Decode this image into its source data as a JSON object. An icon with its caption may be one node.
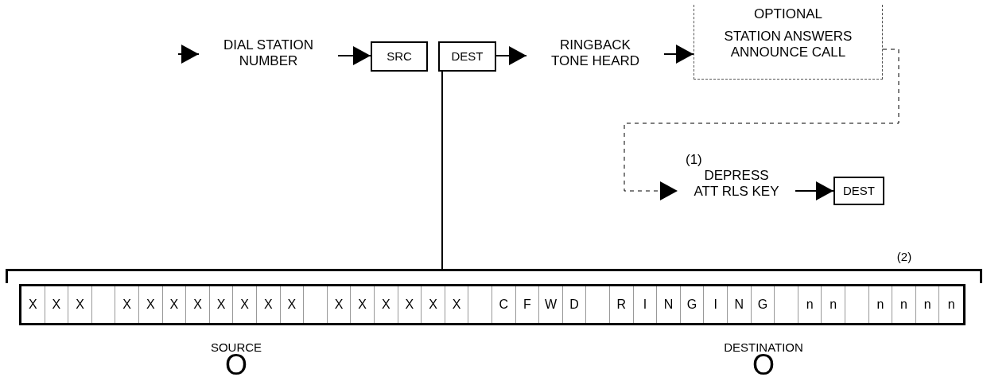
{
  "diagram": {
    "nodes": [
      {
        "text": [
          "DIAL STATION NUMBER"
        ]
      },
      {
        "text": [
          "SRC"
        ]
      },
      {
        "text": [
          "DEST"
        ]
      },
      {
        "text": [
          "RINGBACK TONE HEARD"
        ]
      },
      {
        "text": [
          "OPTIONAL",
          "STATION ANSWERS ANNOUNCE CALL"
        ]
      },
      {
        "text": [
          "(1)",
          "DEPRESS ATT RLS KEY"
        ]
      },
      {
        "text": [
          "DEST"
        ]
      },
      {
        "text": [],
        "shape": "bar",
        "beside": [
          "(2)"
        ]
      }
    ],
    "edges": [
      {
        "from": null,
        "to": 0,
        "arrow": "to"
      },
      {
        "from": 0,
        "to": 1,
        "arrow": "to"
      },
      {
        "from": 2,
        "to": 3,
        "arrow": "to"
      },
      {
        "from": 3,
        "to": 4,
        "arrow": "to"
      },
      {
        "from": 4,
        "to": 5,
        "arrow": "to",
        "style": "dashed"
      },
      {
        "from": 5,
        "to": 6,
        "arrow": "to"
      },
      {
        "from": 2,
        "to": 7,
        "arrow": "none"
      }
    ],
    "labels": [
      "X",
      "X",
      "X",
      "X",
      "X",
      "X",
      "X",
      "X",
      "X",
      "X",
      "X",
      "X",
      "X",
      "X",
      "X",
      "X",
      "X",
      "C",
      "F",
      "W",
      "D",
      "R",
      "I",
      "N",
      "G",
      "I",
      "N",
      "G",
      "n",
      "n",
      "n",
      "n",
      "n",
      "n",
      "SOURCE",
      "O",
      "DESTINATION",
      "O"
    ]
  }
}
